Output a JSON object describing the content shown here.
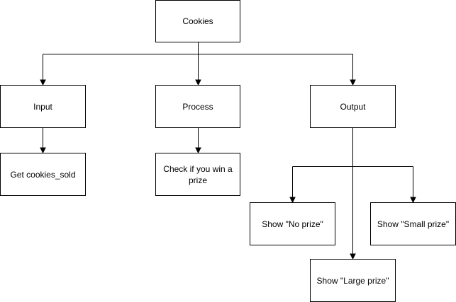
{
  "diagram": {
    "nodes": [
      {
        "id": "cookies",
        "label": "Cookies"
      },
      {
        "id": "input",
        "label": "Input"
      },
      {
        "id": "process",
        "label": "Process"
      },
      {
        "id": "output",
        "label": "Output"
      },
      {
        "id": "get_cookies_sold",
        "label": "Get cookies_sold"
      },
      {
        "id": "check_prize",
        "label": "Check if you win a prize"
      },
      {
        "id": "no_prize",
        "label": "Show \"No prize\""
      },
      {
        "id": "small_prize",
        "label": "Show \"Small prize\""
      },
      {
        "id": "large_prize",
        "label": "Show \"Large prize\""
      }
    ],
    "edges": [
      {
        "from": "cookies",
        "to": "input"
      },
      {
        "from": "cookies",
        "to": "process"
      },
      {
        "from": "cookies",
        "to": "output"
      },
      {
        "from": "input",
        "to": "get_cookies_sold"
      },
      {
        "from": "process",
        "to": "check_prize"
      },
      {
        "from": "output",
        "to": "no_prize"
      },
      {
        "from": "output",
        "to": "small_prize"
      },
      {
        "from": "output",
        "to": "large_prize"
      }
    ],
    "colors": {
      "stroke": "#000000",
      "fill": "#ffffff",
      "text": "#000000"
    }
  }
}
